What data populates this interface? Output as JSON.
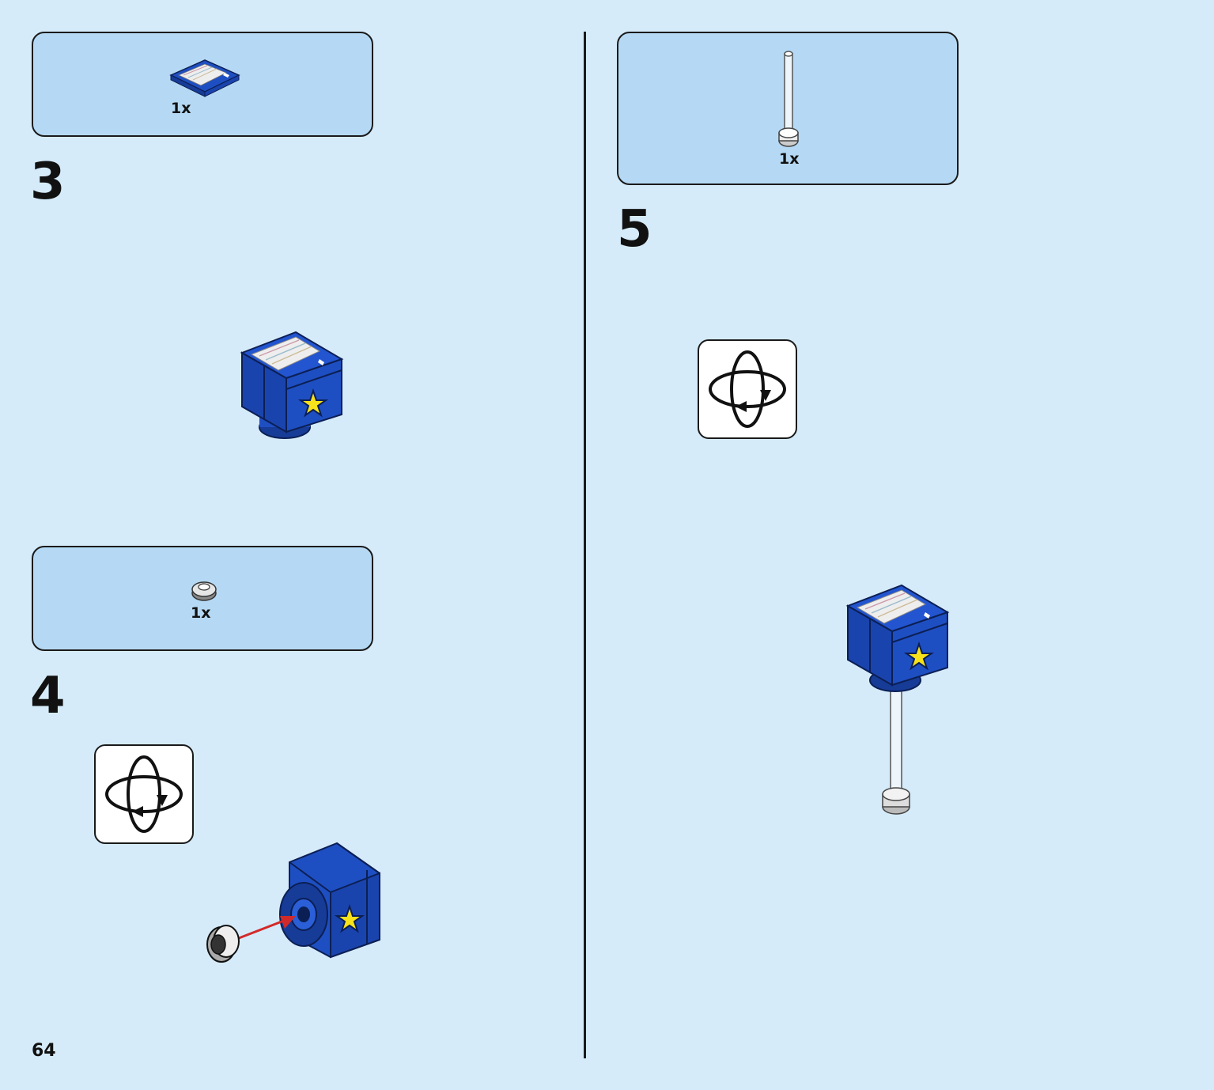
{
  "page": {
    "number": "64"
  },
  "steps": [
    {
      "number": "3",
      "parts": [
        {
          "qty": "1x",
          "icon": "printed-tile-2x2-icon"
        }
      ]
    },
    {
      "number": "4",
      "parts": [
        {
          "qty": "1x",
          "icon": "round-plate-1x1-icon"
        }
      ],
      "rotate_hint": "rotate-model-icon"
    },
    {
      "number": "5",
      "parts": [
        {
          "qty": "1x",
          "icon": "transparent-bar-icon"
        }
      ],
      "rotate_hint": "rotate-model-icon"
    }
  ],
  "colors": {
    "background": "#d5ebfa",
    "parts_box": "#b5d9f4",
    "brick_blue": "#1e4fc2",
    "star_yellow": "#f7e21b",
    "arrow_red": "#d22a2a"
  }
}
